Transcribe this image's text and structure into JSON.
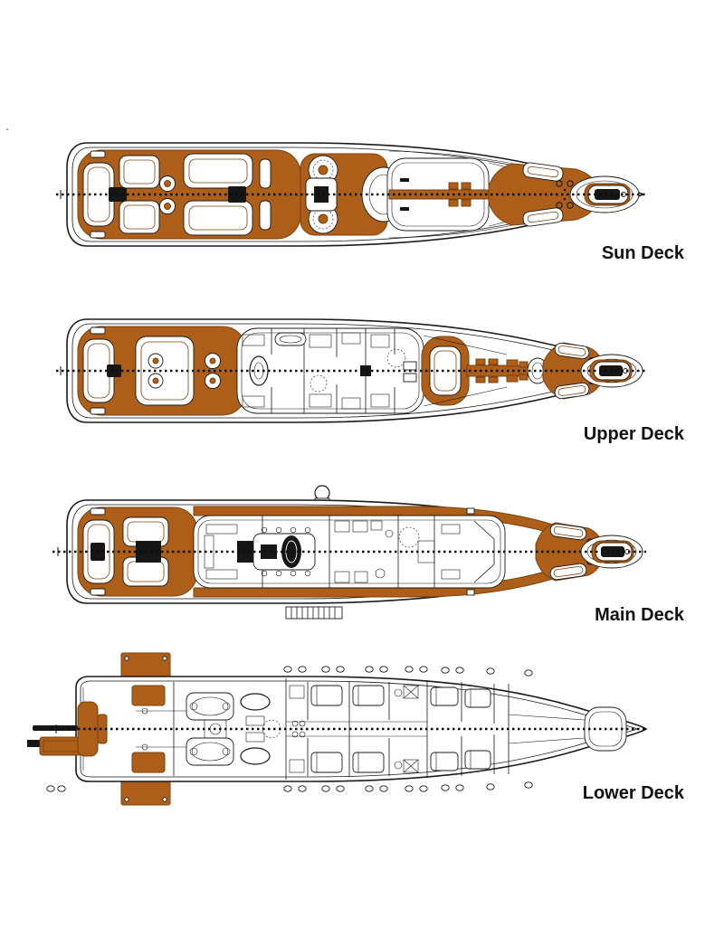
{
  "diagram": {
    "type": "yacht-general-arrangement",
    "orientation": "bow-right",
    "deck_count": 4,
    "decks": [
      {
        "id": "sun-deck",
        "label": "Sun Deck"
      },
      {
        "id": "upper-deck",
        "label": "Upper Deck"
      },
      {
        "id": "main-deck",
        "label": "Main Deck"
      },
      {
        "id": "lower-deck",
        "label": "Lower Deck"
      }
    ]
  },
  "colors": {
    "teak": "#ad5e18",
    "teak_outline": "#7a430f",
    "line": "#1a1a1a",
    "label_text": "#111111",
    "background": "#ffffff"
  }
}
